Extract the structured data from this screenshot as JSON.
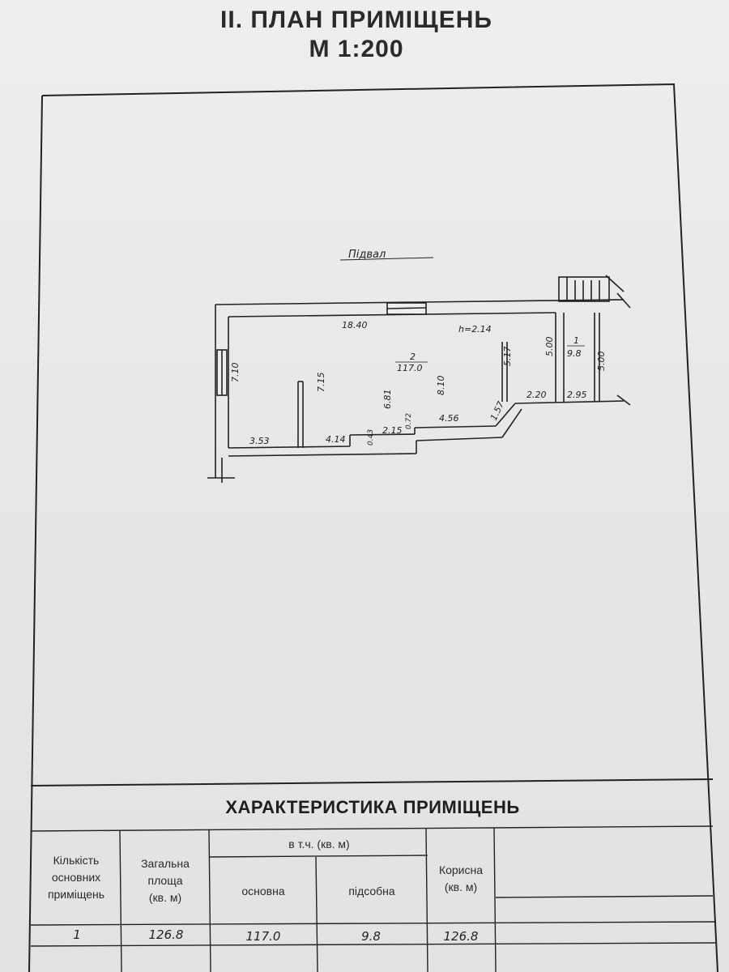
{
  "header": {
    "title_line1": "II. ПЛАН ПРИМІЩЕНЬ",
    "title_line2": "М 1:200"
  },
  "plan": {
    "floor_label": "Підвал",
    "height_label": "h=2.14",
    "room2_number": "2",
    "room2_area": "117.0",
    "room1_number": "1",
    "room1_area": "9.8",
    "dims": {
      "top": "18.40",
      "left": "7.10",
      "partition": "7.15",
      "bottom_a": "3.53",
      "bottom_b": "4.14",
      "step_small": "0.43",
      "bottom_c": "2.15",
      "step_b": "0.72",
      "bottom_d": "4.56",
      "diag": "1.57",
      "middle_a": "6.81",
      "middle_b": "8.10",
      "wall_right": "5.17",
      "room1_left": "5.00",
      "room1_right": "5.00",
      "annex_a": "2.20",
      "annex_b": "2.95"
    }
  },
  "characteristics": {
    "title": "ХАРАКТЕРИСТИКА ПРИМІЩЕНЬ",
    "headers": {
      "count_l1": "Кількість",
      "count_l2": "основних",
      "count_l3": "приміщень",
      "total_l1": "Загальна",
      "total_l2": "площа",
      "total_l3": "(кв. м)",
      "incl": "в т.ч. (кв. м)",
      "main": "основна",
      "aux": "підсобна",
      "useful_l1": "Корисна",
      "useful_l2": "(кв. м)"
    },
    "row": {
      "count": "1",
      "total": "126.8",
      "main": "117.0",
      "aux": "9.8",
      "useful": "126.8"
    }
  }
}
